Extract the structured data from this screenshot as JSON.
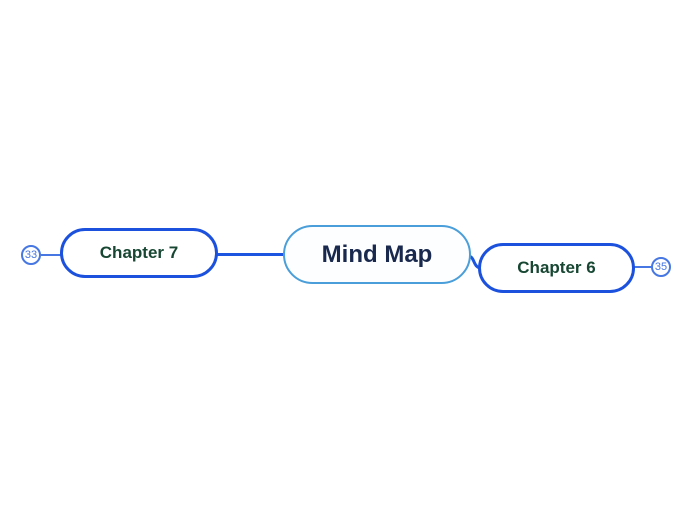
{
  "canvas": {
    "background": "#ffffff"
  },
  "root": {
    "label": "Mind Map",
    "border_color": "#4a9ed9",
    "fill_color": "#fdfeff",
    "text_color": "#19294e"
  },
  "topics": [
    {
      "label": "Chapter 7",
      "side": "left",
      "collapsed_count": "33",
      "border_color": "#1c51de",
      "text_color": "#174733"
    },
    {
      "label": "Chapter 6",
      "side": "right",
      "collapsed_count": "35",
      "border_color": "#1c51de",
      "text_color": "#174733"
    }
  ],
  "colors": {
    "branch_line": "#1c55e0",
    "badge_accent": "#4677e2",
    "badge_fill": "#ffffff",
    "topic_fill": "#ffffff"
  }
}
